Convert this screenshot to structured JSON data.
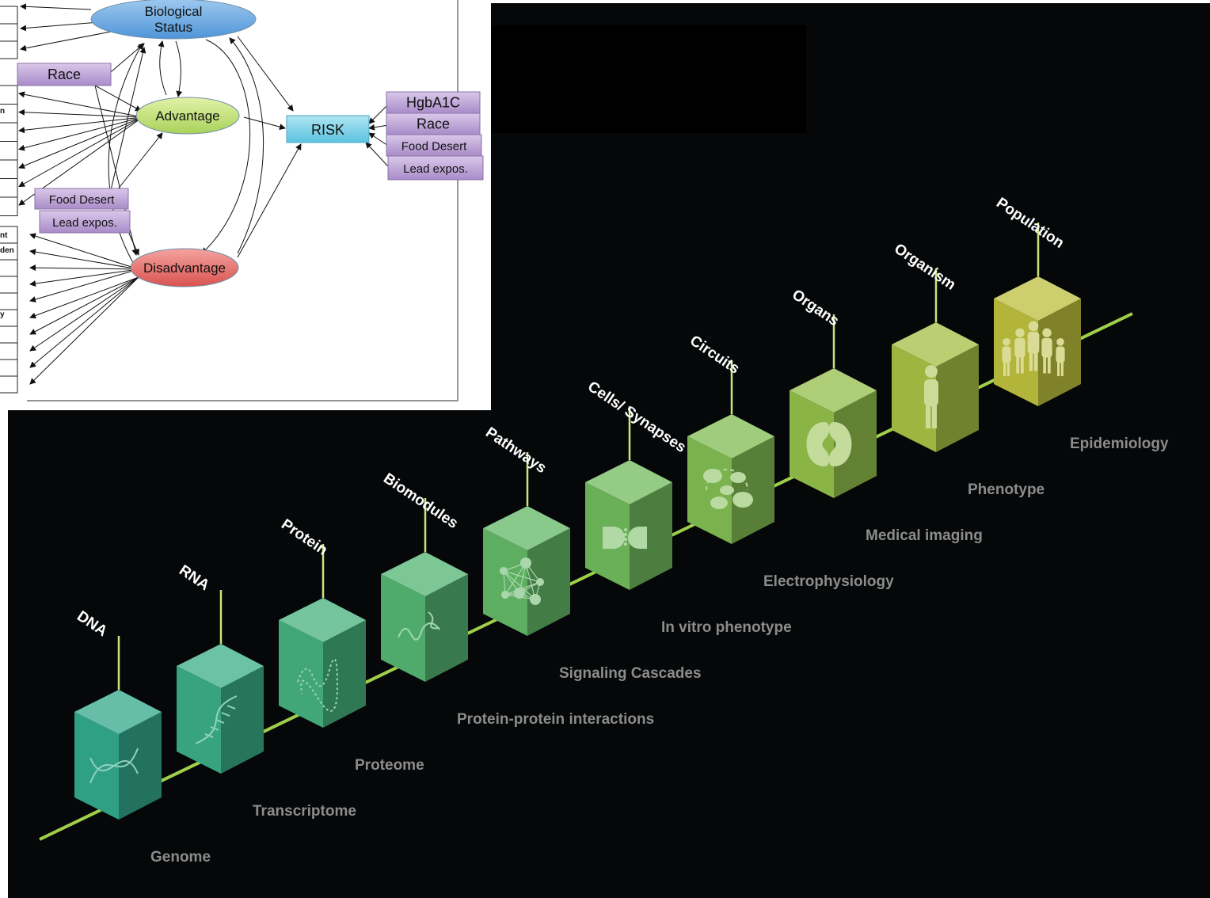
{
  "multiscale": {
    "stages": [
      {
        "level": "DNA",
        "method": "Genome",
        "color": "#33a88c",
        "icon": "dna-helix-icon"
      },
      {
        "level": "RNA",
        "method": "Transcriptome",
        "color": "#3aad86",
        "icon": "rna-strand-icon"
      },
      {
        "level": "Protein",
        "method": "Proteome",
        "color": "#45b07c",
        "icon": "protein-fold-icon"
      },
      {
        "level": "Biomodules",
        "method": "Protein-protein interactions",
        "color": "#52b472",
        "icon": "biomodule-icon"
      },
      {
        "level": "Pathways",
        "method": "Signaling Cascades",
        "color": "#62b766",
        "icon": "pathway-network-icon"
      },
      {
        "level": "Cells/ Synapses",
        "method": "In vitro phenotype",
        "color": "#70b95c",
        "icon": "synapse-icon"
      },
      {
        "level": "Circuits",
        "method": "Electrophysiology",
        "color": "#80bb52",
        "icon": "circuit-icon"
      },
      {
        "level": "Organs",
        "method": "Medical imaging",
        "color": "#92bd4a",
        "icon": "kidney-organ-icon"
      },
      {
        "level": "Organism",
        "method": "Phenotype",
        "color": "#a6be42",
        "icon": "person-icon"
      },
      {
        "level": "Population",
        "method": "Epidemiology",
        "color": "#bcbf3e",
        "icon": "population-icon"
      }
    ]
  },
  "risk_model": {
    "nodes": {
      "biological_status": [
        "Biological",
        "Status"
      ],
      "advantage": "Advantage",
      "disadvantage": "Disadvantage",
      "risk": "RISK"
    },
    "left_factors": [
      "Race",
      "Food Desert",
      "Lead expos."
    ],
    "right_factors": [
      "HgbA1C",
      "Race",
      "Food Desert",
      "Lead expos."
    ],
    "indicator_stubs": [
      "n",
      "nt",
      "den",
      "y"
    ]
  }
}
